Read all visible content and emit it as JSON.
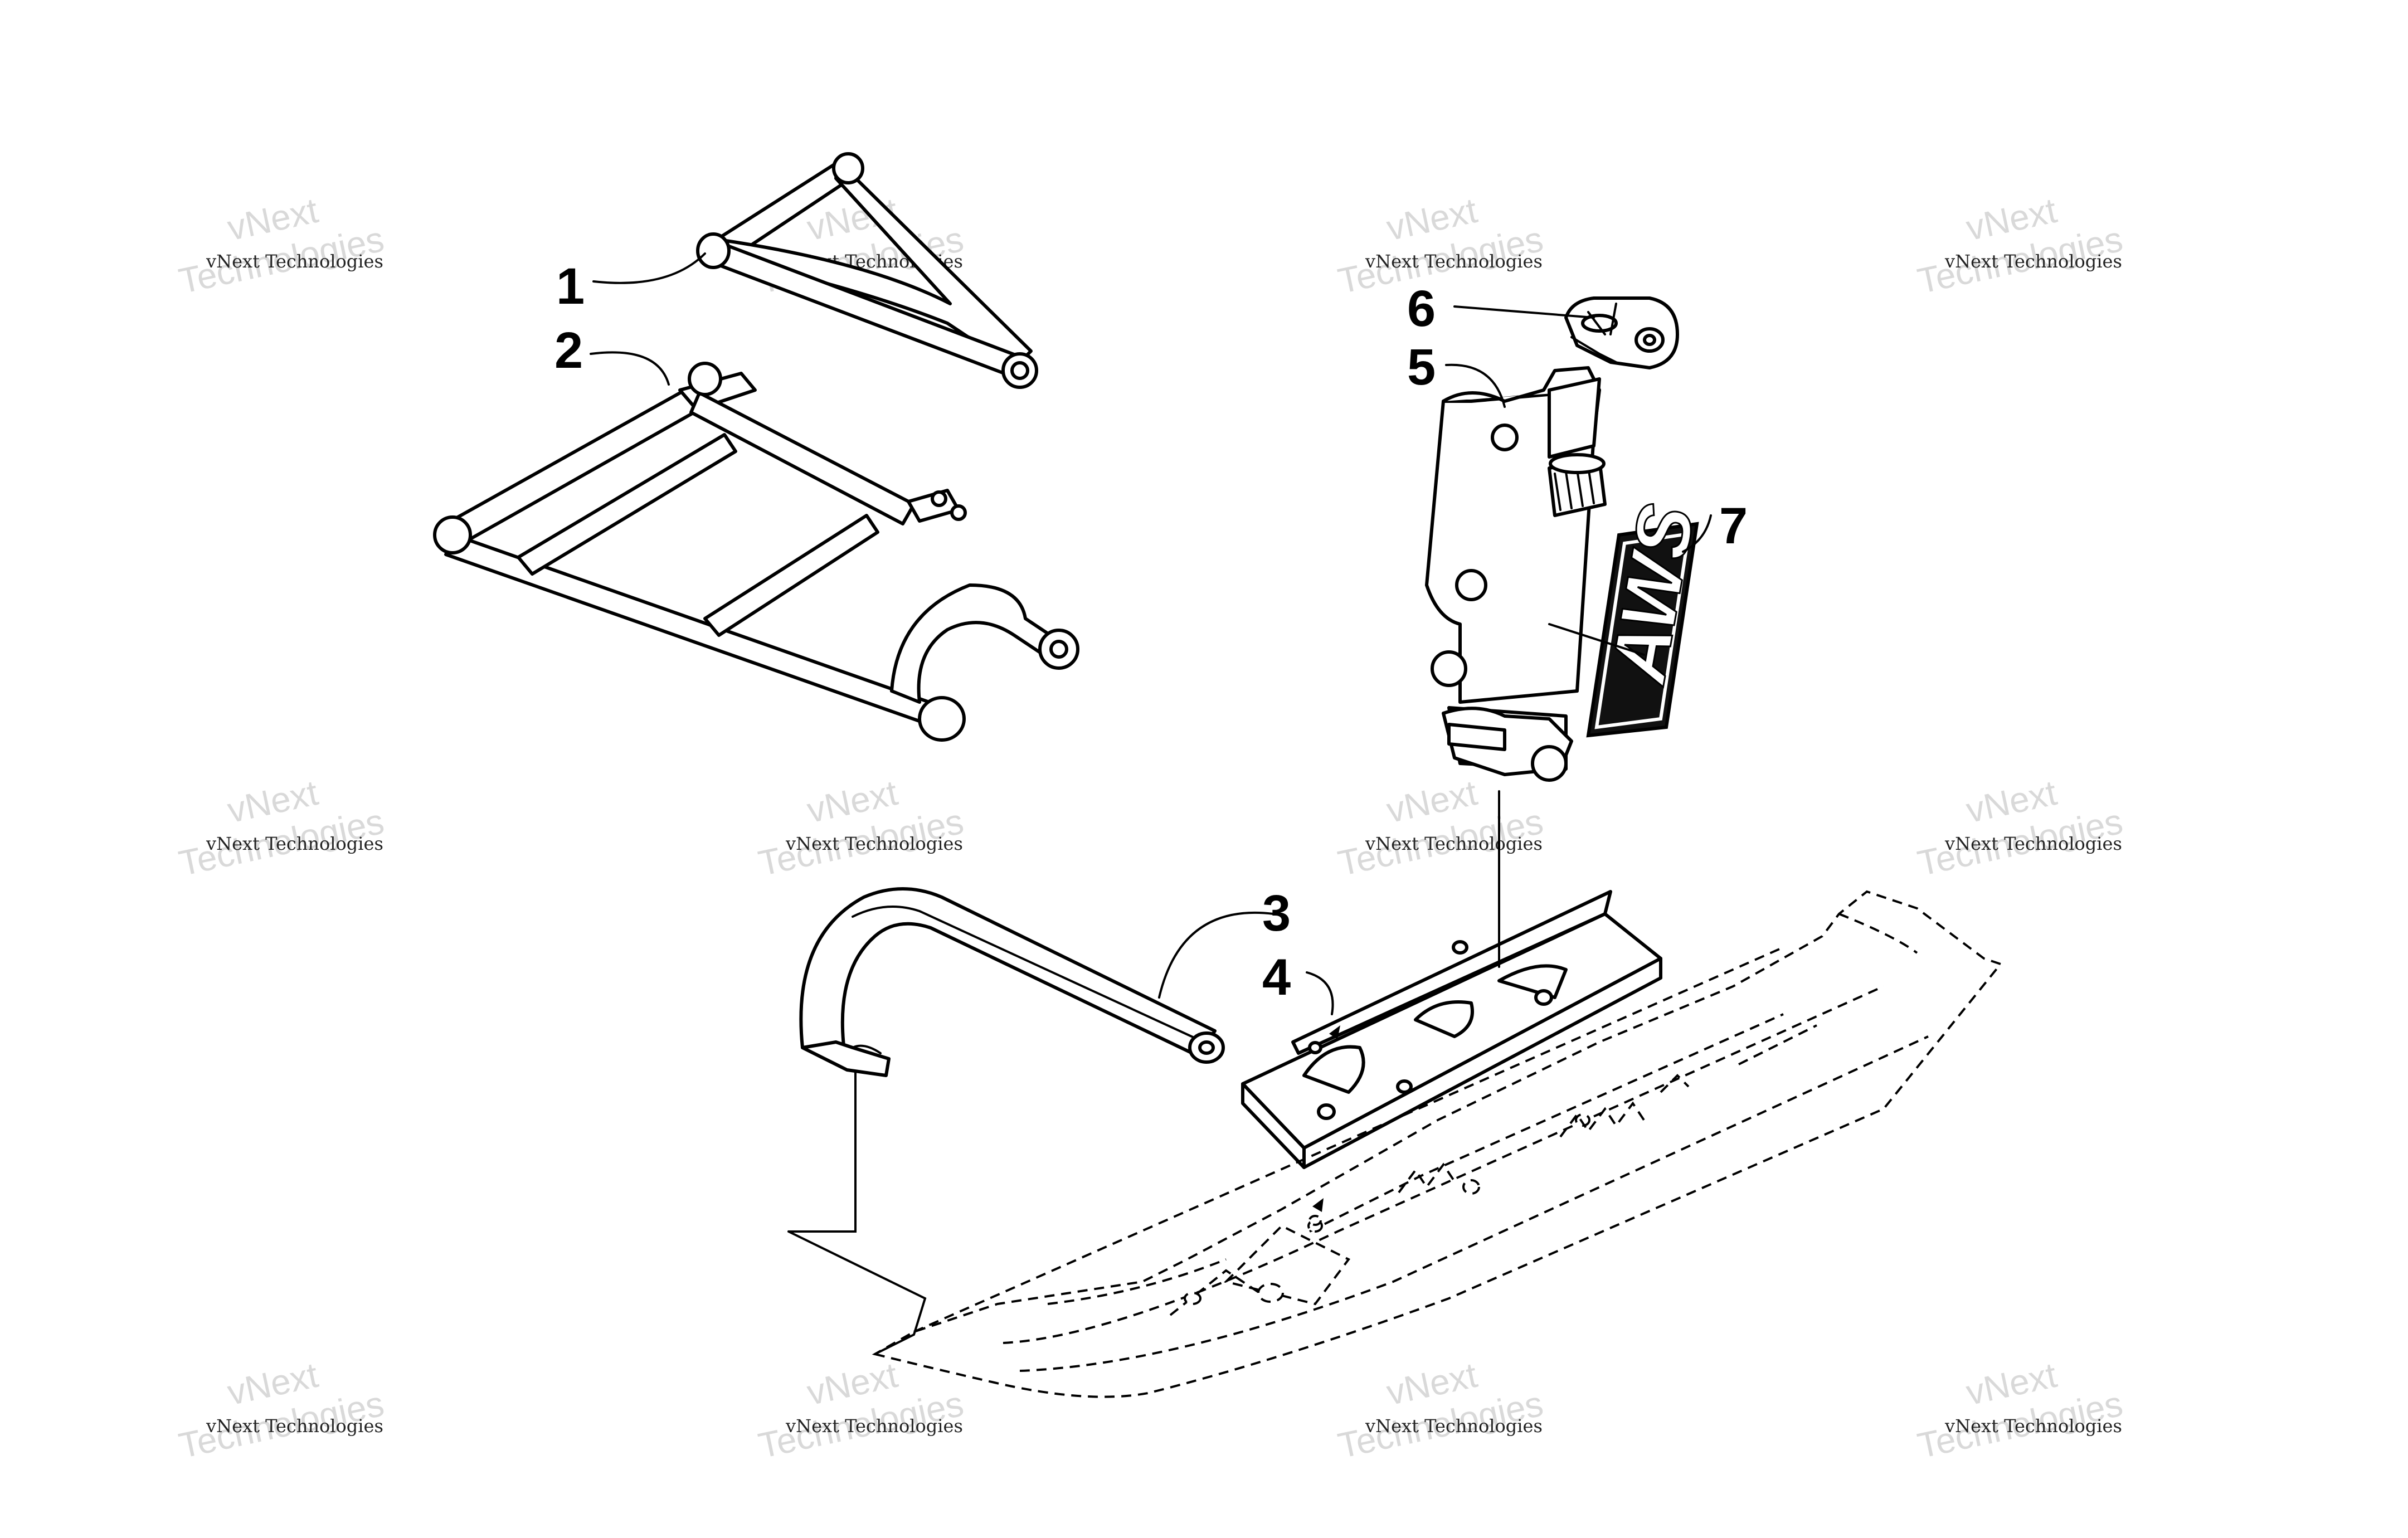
{
  "callouts": [
    {
      "id": "1",
      "label": "1"
    },
    {
      "id": "2",
      "label": "2"
    },
    {
      "id": "3",
      "label": "3"
    },
    {
      "id": "4",
      "label": "4"
    },
    {
      "id": "5",
      "label": "5"
    },
    {
      "id": "6",
      "label": "6"
    },
    {
      "id": "7",
      "label": "7"
    }
  ],
  "decal_text": "AWS",
  "watermark": {
    "line1": "vNext Technologies",
    "line2a": "vNext",
    "line2b": "Technologies"
  }
}
